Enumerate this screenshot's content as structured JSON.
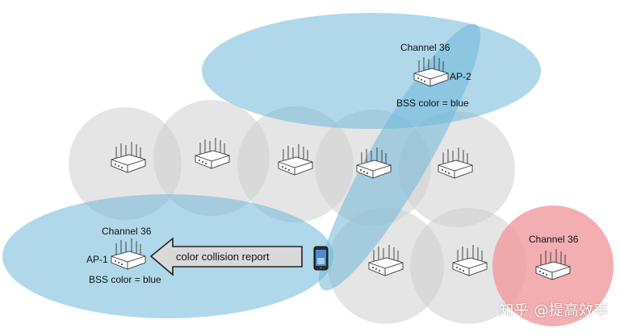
{
  "labels": {
    "ap2_channel": "Channel 36",
    "ap2_name": "AP-2",
    "ap2_bss": "BSS color = blue",
    "ap1_channel": "Channel 36",
    "ap1_name": "AP-1",
    "ap1_bss": "BSS color = blue",
    "red_channel": "Channel 36",
    "arrow_text": "color collision report",
    "watermark": "知乎 @提高效率"
  },
  "colors": {
    "gray_cell": "#d3d3d3",
    "blue_cell": "#8ec9e0",
    "red_cell": "#ef9a9e"
  }
}
